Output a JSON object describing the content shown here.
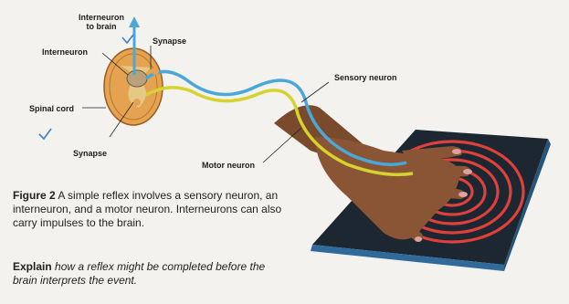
{
  "labels": {
    "interneuron_to_brain": "Interneuron to brain",
    "interneuron": "Interneuron",
    "synapse_top": "Synapse",
    "spinal_cord": "Spinal cord",
    "synapse_bottom": "Synapse",
    "sensory_neuron": "Sensory neuron",
    "motor_neuron": "Motor neuron"
  },
  "caption": {
    "figure_label": "Figure 2",
    "figure_text": "A simple reflex involves a sensory neuron, an interneuron, and a motor neuron. Interneurons can also carry impulses to the brain."
  },
  "question": {
    "keyword": "Explain",
    "text": "how a reflex might be completed before the brain interprets the event."
  },
  "colors": {
    "sensory_neuron": "#4aa8d8",
    "motor_neuron": "#d6d22e",
    "burner_coil": "#e0403a",
    "stove_base": "#1f2a33",
    "skin": "#7a4a2c"
  }
}
